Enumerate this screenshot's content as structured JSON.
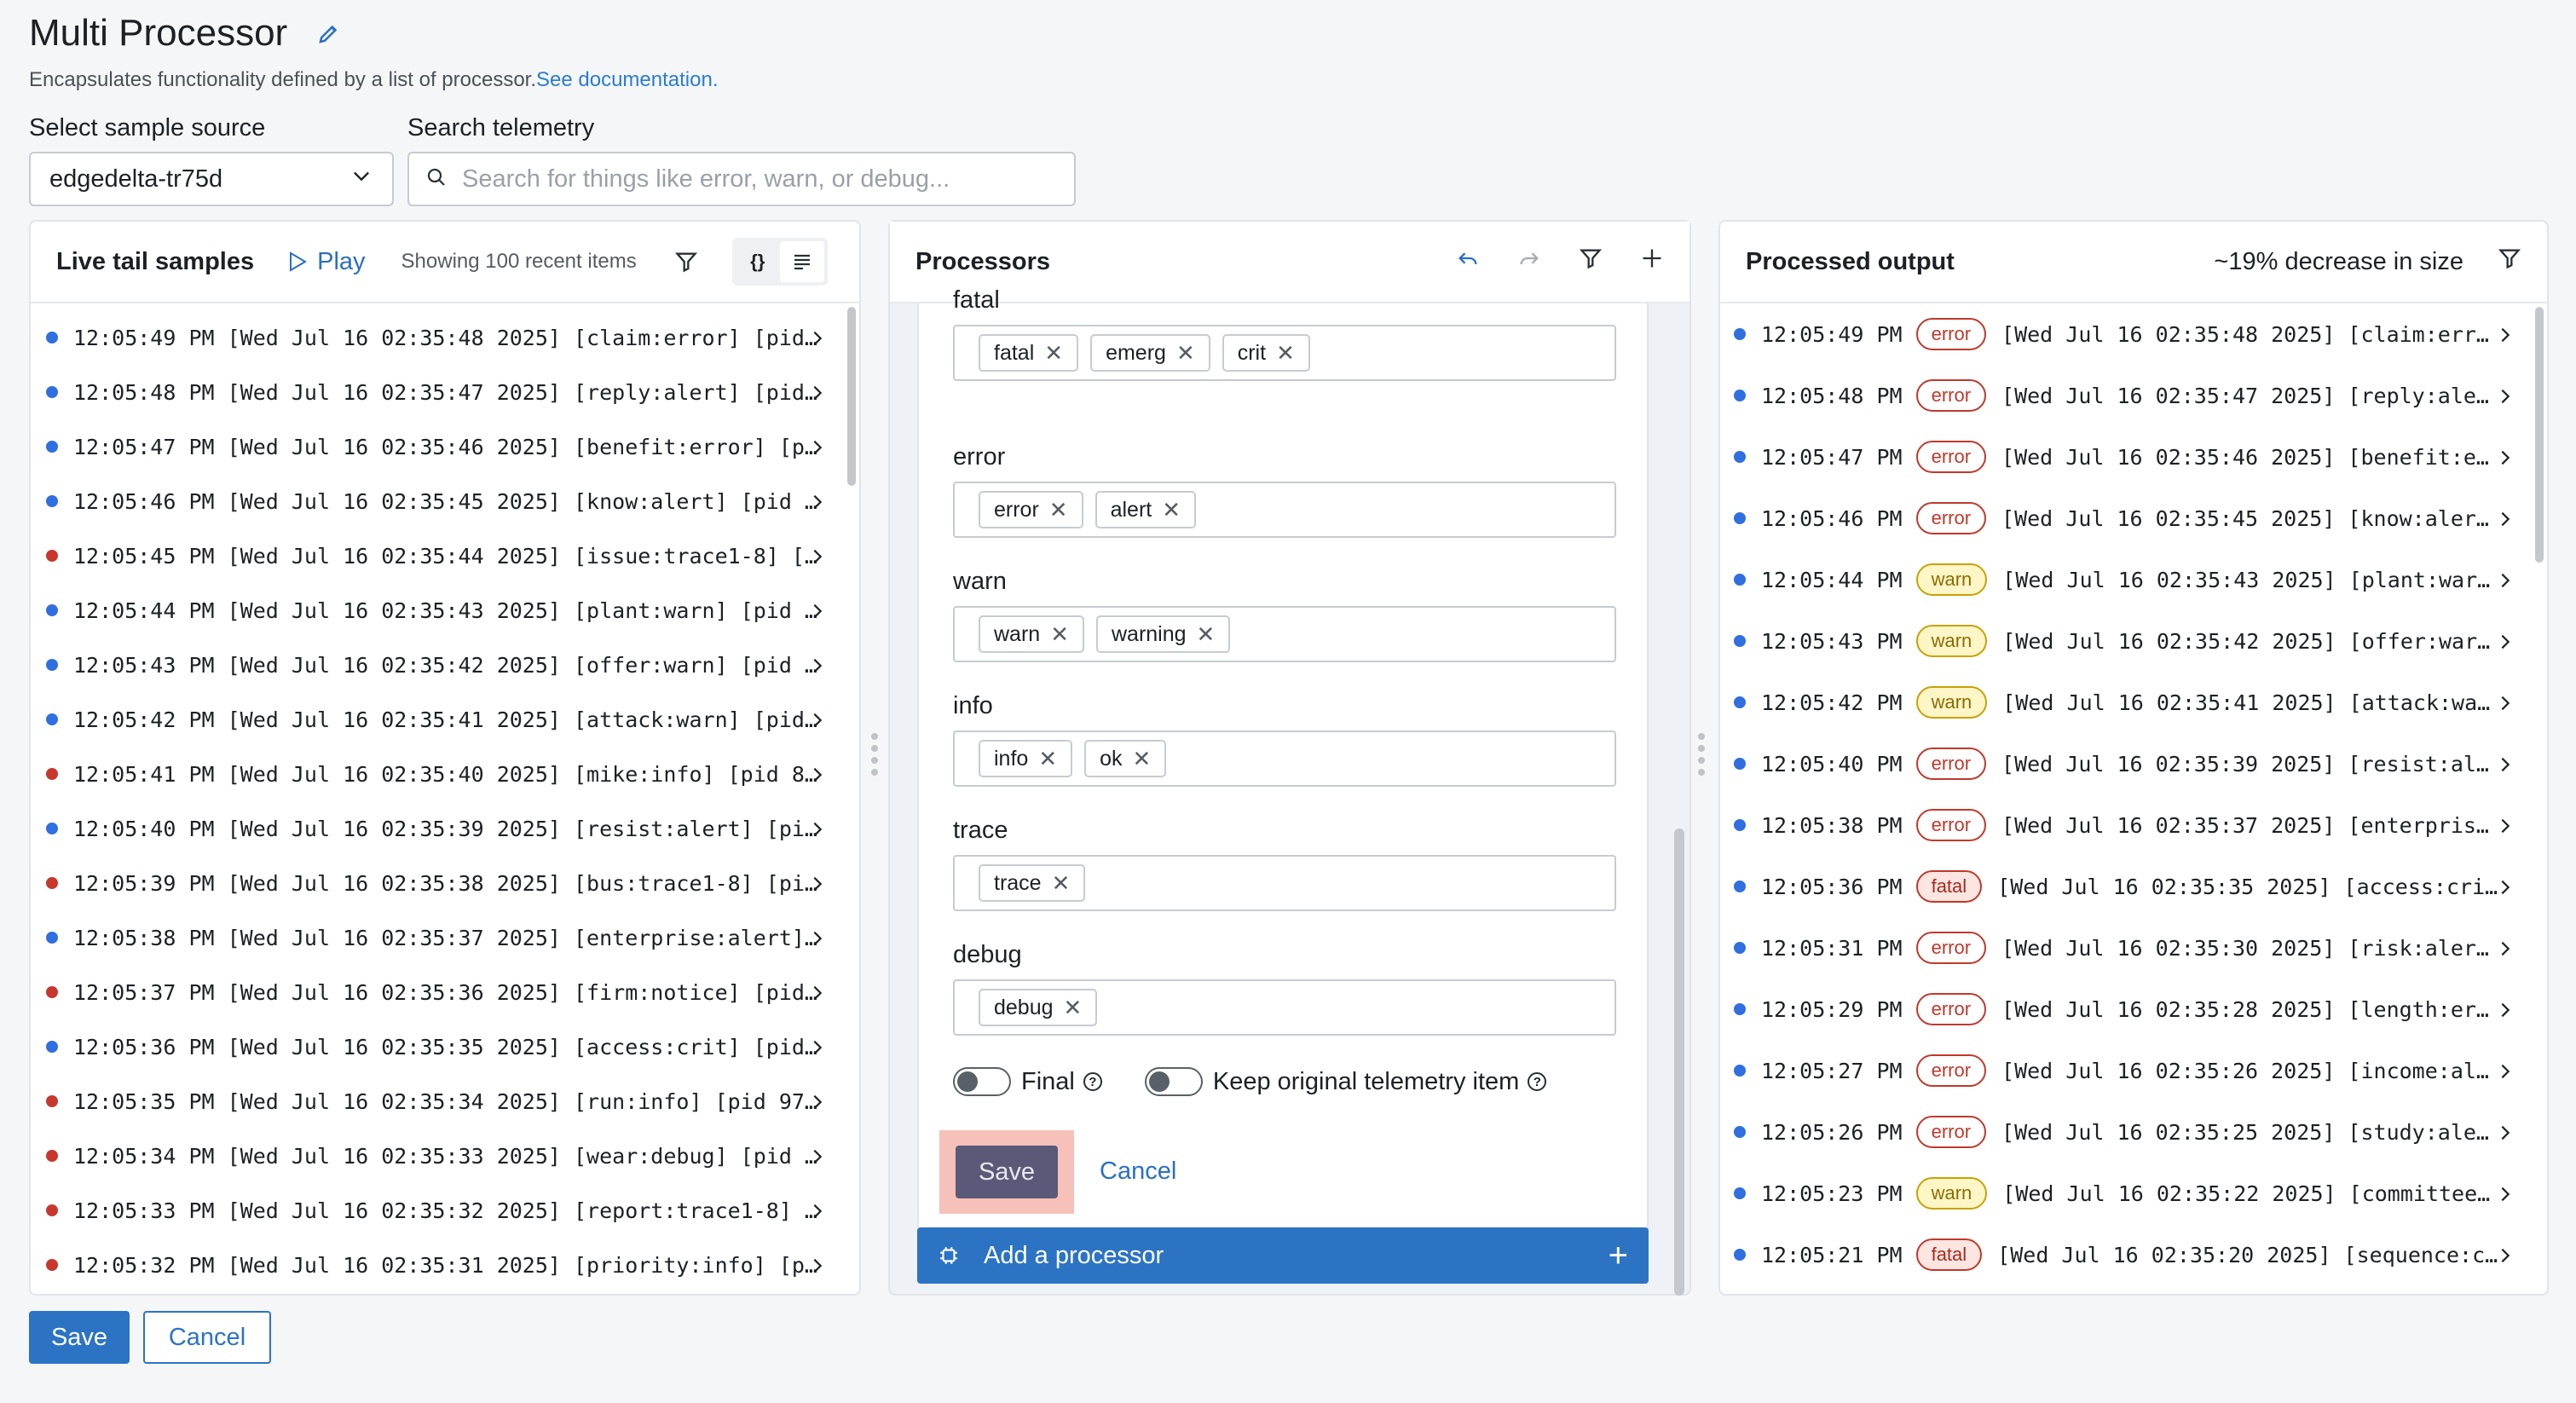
{
  "page": {
    "title": "Multi Processor",
    "subtitle": "Encapsulates functionality defined by a list of processor.",
    "doc_link": "See documentation."
  },
  "source": {
    "label": "Select sample source",
    "value": "edgedelta-tr75d"
  },
  "search": {
    "label": "Search telemetry",
    "placeholder": "Search for things like error, warn, or debug..."
  },
  "live_tail": {
    "title": "Live tail samples",
    "play_label": "Play",
    "showing": "Showing 100 recent items",
    "json_toggle": "{}",
    "rows": [
      {
        "color": "#2f6fe0",
        "text": "12:05:49 PM [Wed Jul 16 02:35:48 2025] [claim:error] [pid…"
      },
      {
        "color": "#2f6fe0",
        "text": "12:05:48 PM [Wed Jul 16 02:35:47 2025] [reply:alert] [pid…"
      },
      {
        "color": "#2f6fe0",
        "text": "12:05:47 PM [Wed Jul 16 02:35:46 2025] [benefit:error] [p…"
      },
      {
        "color": "#2f6fe0",
        "text": "12:05:46 PM [Wed Jul 16 02:35:45 2025] [know:alert] [pid …"
      },
      {
        "color": "#c8372d",
        "text": "12:05:45 PM [Wed Jul 16 02:35:44 2025] [issue:trace1-8] […"
      },
      {
        "color": "#2f6fe0",
        "text": "12:05:44 PM [Wed Jul 16 02:35:43 2025] [plant:warn] [pid …"
      },
      {
        "color": "#2f6fe0",
        "text": "12:05:43 PM [Wed Jul 16 02:35:42 2025] [offer:warn] [pid …"
      },
      {
        "color": "#2f6fe0",
        "text": "12:05:42 PM [Wed Jul 16 02:35:41 2025] [attack:warn] [pid…"
      },
      {
        "color": "#c8372d",
        "text": "12:05:41 PM [Wed Jul 16 02:35:40 2025] [mike:info] [pid 8…"
      },
      {
        "color": "#2f6fe0",
        "text": "12:05:40 PM [Wed Jul 16 02:35:39 2025] [resist:alert] [pi…"
      },
      {
        "color": "#c8372d",
        "text": "12:05:39 PM [Wed Jul 16 02:35:38 2025] [bus:trace1-8] [pi…"
      },
      {
        "color": "#2f6fe0",
        "text": "12:05:38 PM [Wed Jul 16 02:35:37 2025] [enterprise:alert]…"
      },
      {
        "color": "#c8372d",
        "text": "12:05:37 PM [Wed Jul 16 02:35:36 2025] [firm:notice] [pid…"
      },
      {
        "color": "#2f6fe0",
        "text": "12:05:36 PM [Wed Jul 16 02:35:35 2025] [access:crit] [pid…"
      },
      {
        "color": "#c8372d",
        "text": "12:05:35 PM [Wed Jul 16 02:35:34 2025] [run:info] [pid 97…"
      },
      {
        "color": "#c8372d",
        "text": "12:05:34 PM [Wed Jul 16 02:35:33 2025] [wear:debug] [pid …"
      },
      {
        "color": "#c8372d",
        "text": "12:05:33 PM [Wed Jul 16 02:35:32 2025] [report:trace1-8] …"
      },
      {
        "color": "#c8372d",
        "text": "12:05:32 PM [Wed Jul 16 02:35:31 2025] [priority:info] [p…"
      }
    ]
  },
  "processors": {
    "title": "Processors",
    "groups": [
      {
        "label": "fatal",
        "tags": [
          "fatal",
          "emerg",
          "crit"
        ]
      },
      {
        "label": "error",
        "tags": [
          "error",
          "alert"
        ]
      },
      {
        "label": "warn",
        "tags": [
          "warn",
          "warning"
        ]
      },
      {
        "label": "info",
        "tags": [
          "info",
          "ok"
        ]
      },
      {
        "label": "trace",
        "tags": [
          "trace"
        ]
      },
      {
        "label": "debug",
        "tags": [
          "debug"
        ]
      }
    ],
    "final_label": "Final",
    "keep_label": "Keep original telemetry item",
    "save_label": "Save",
    "cancel_label": "Cancel",
    "add_label": "Add a processor"
  },
  "output": {
    "title": "Processed output",
    "reduction": "~19% decrease in size",
    "rows": [
      {
        "time": "12:05:49 PM",
        "level": "error",
        "text": "[Wed Jul 16 02:35:48 2025] [claim:err…"
      },
      {
        "time": "12:05:48 PM",
        "level": "error",
        "text": "[Wed Jul 16 02:35:47 2025] [reply:ale…"
      },
      {
        "time": "12:05:47 PM",
        "level": "error",
        "text": "[Wed Jul 16 02:35:46 2025] [benefit:e…"
      },
      {
        "time": "12:05:46 PM",
        "level": "error",
        "text": "[Wed Jul 16 02:35:45 2025] [know:aler…"
      },
      {
        "time": "12:05:44 PM",
        "level": "warn",
        "text": "[Wed Jul 16 02:35:43 2025] [plant:war…"
      },
      {
        "time": "12:05:43 PM",
        "level": "warn",
        "text": "[Wed Jul 16 02:35:42 2025] [offer:war…"
      },
      {
        "time": "12:05:42 PM",
        "level": "warn",
        "text": "[Wed Jul 16 02:35:41 2025] [attack:wa…"
      },
      {
        "time": "12:05:40 PM",
        "level": "error",
        "text": "[Wed Jul 16 02:35:39 2025] [resist:al…"
      },
      {
        "time": "12:05:38 PM",
        "level": "error",
        "text": "[Wed Jul 16 02:35:37 2025] [enterpris…"
      },
      {
        "time": "12:05:36 PM",
        "level": "fatal",
        "text": "[Wed Jul 16 02:35:35 2025] [access:cri…"
      },
      {
        "time": "12:05:31 PM",
        "level": "error",
        "text": "[Wed Jul 16 02:35:30 2025] [risk:aler…"
      },
      {
        "time": "12:05:29 PM",
        "level": "error",
        "text": "[Wed Jul 16 02:35:28 2025] [length:er…"
      },
      {
        "time": "12:05:27 PM",
        "level": "error",
        "text": "[Wed Jul 16 02:35:26 2025] [income:al…"
      },
      {
        "time": "12:05:26 PM",
        "level": "error",
        "text": "[Wed Jul 16 02:35:25 2025] [study:ale…"
      },
      {
        "time": "12:05:23 PM",
        "level": "warn",
        "text": "[Wed Jul 16 02:35:22 2025] [committee…"
      },
      {
        "time": "12:05:21 PM",
        "level": "fatal",
        "text": "[Wed Jul 16 02:35:20 2025] [sequence:c…"
      }
    ]
  },
  "footer": {
    "save_label": "Save",
    "cancel_label": "Cancel"
  }
}
